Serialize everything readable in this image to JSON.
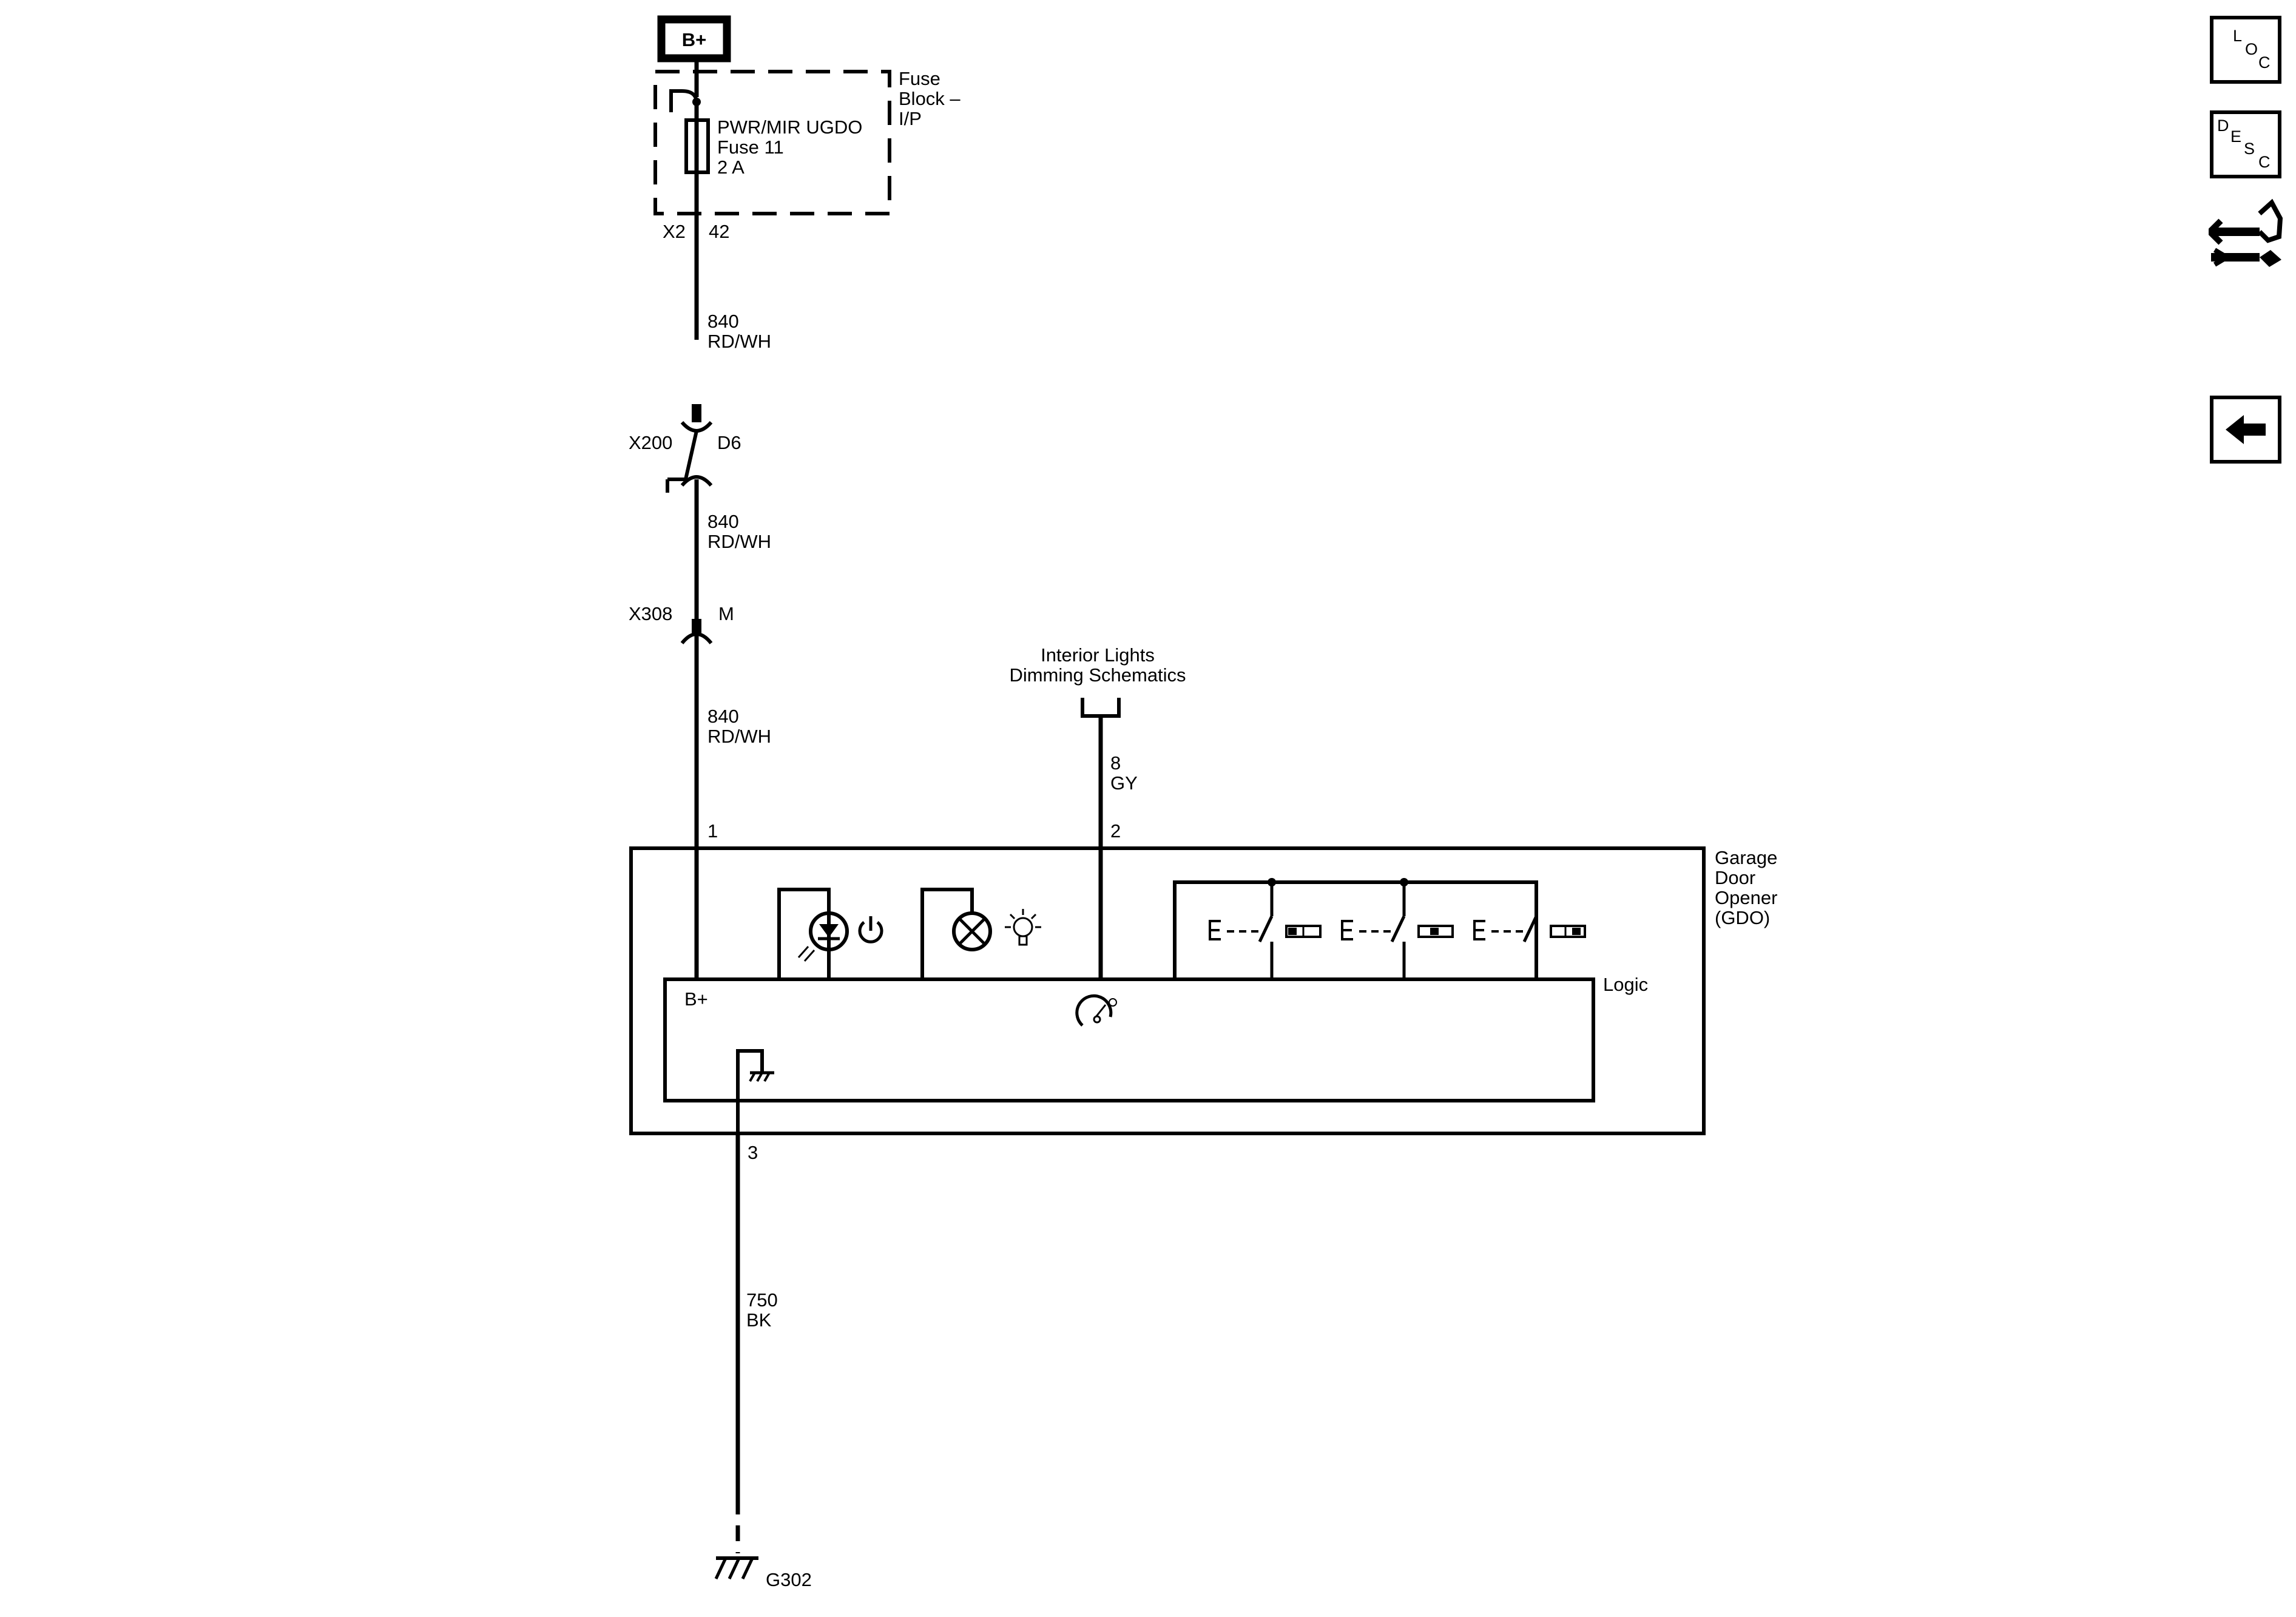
{
  "diagram": {
    "power": {
      "label": "B+"
    },
    "fuse_block": {
      "name_lines": [
        "Fuse",
        "Block –",
        "I/P"
      ],
      "fuse_lines": [
        "PWR/MIR UGDO",
        "Fuse 11",
        "2 A"
      ],
      "connector": "X2",
      "pin": "42"
    },
    "wires": [
      {
        "circuit": "840",
        "color": "RD/WH"
      },
      {
        "circuit": "840",
        "color": "RD/WH"
      },
      {
        "circuit": "840",
        "color": "RD/WH"
      },
      {
        "circuit": "8",
        "color": "GY"
      },
      {
        "circuit": "750",
        "color": "BK"
      }
    ],
    "connectors": [
      {
        "name": "X200",
        "pin": "D6"
      },
      {
        "name": "X308",
        "pin": "M"
      }
    ],
    "reference": {
      "lines": [
        "Interior Lights",
        "Dimming Schematics"
      ]
    },
    "module": {
      "name_lines": [
        "Garage",
        "Door",
        "Opener",
        "(GDO)"
      ],
      "logic_label": "Logic",
      "bplus_label": "B+",
      "pins": [
        "1",
        "2",
        "3"
      ]
    },
    "ground": {
      "label": "G302"
    }
  },
  "nav": {
    "loc": [
      "L",
      "O",
      "C"
    ],
    "desc": [
      "D",
      "E",
      "S",
      "C"
    ],
    "icons": [
      "connector-repair-icon",
      "back-arrow-icon"
    ]
  }
}
